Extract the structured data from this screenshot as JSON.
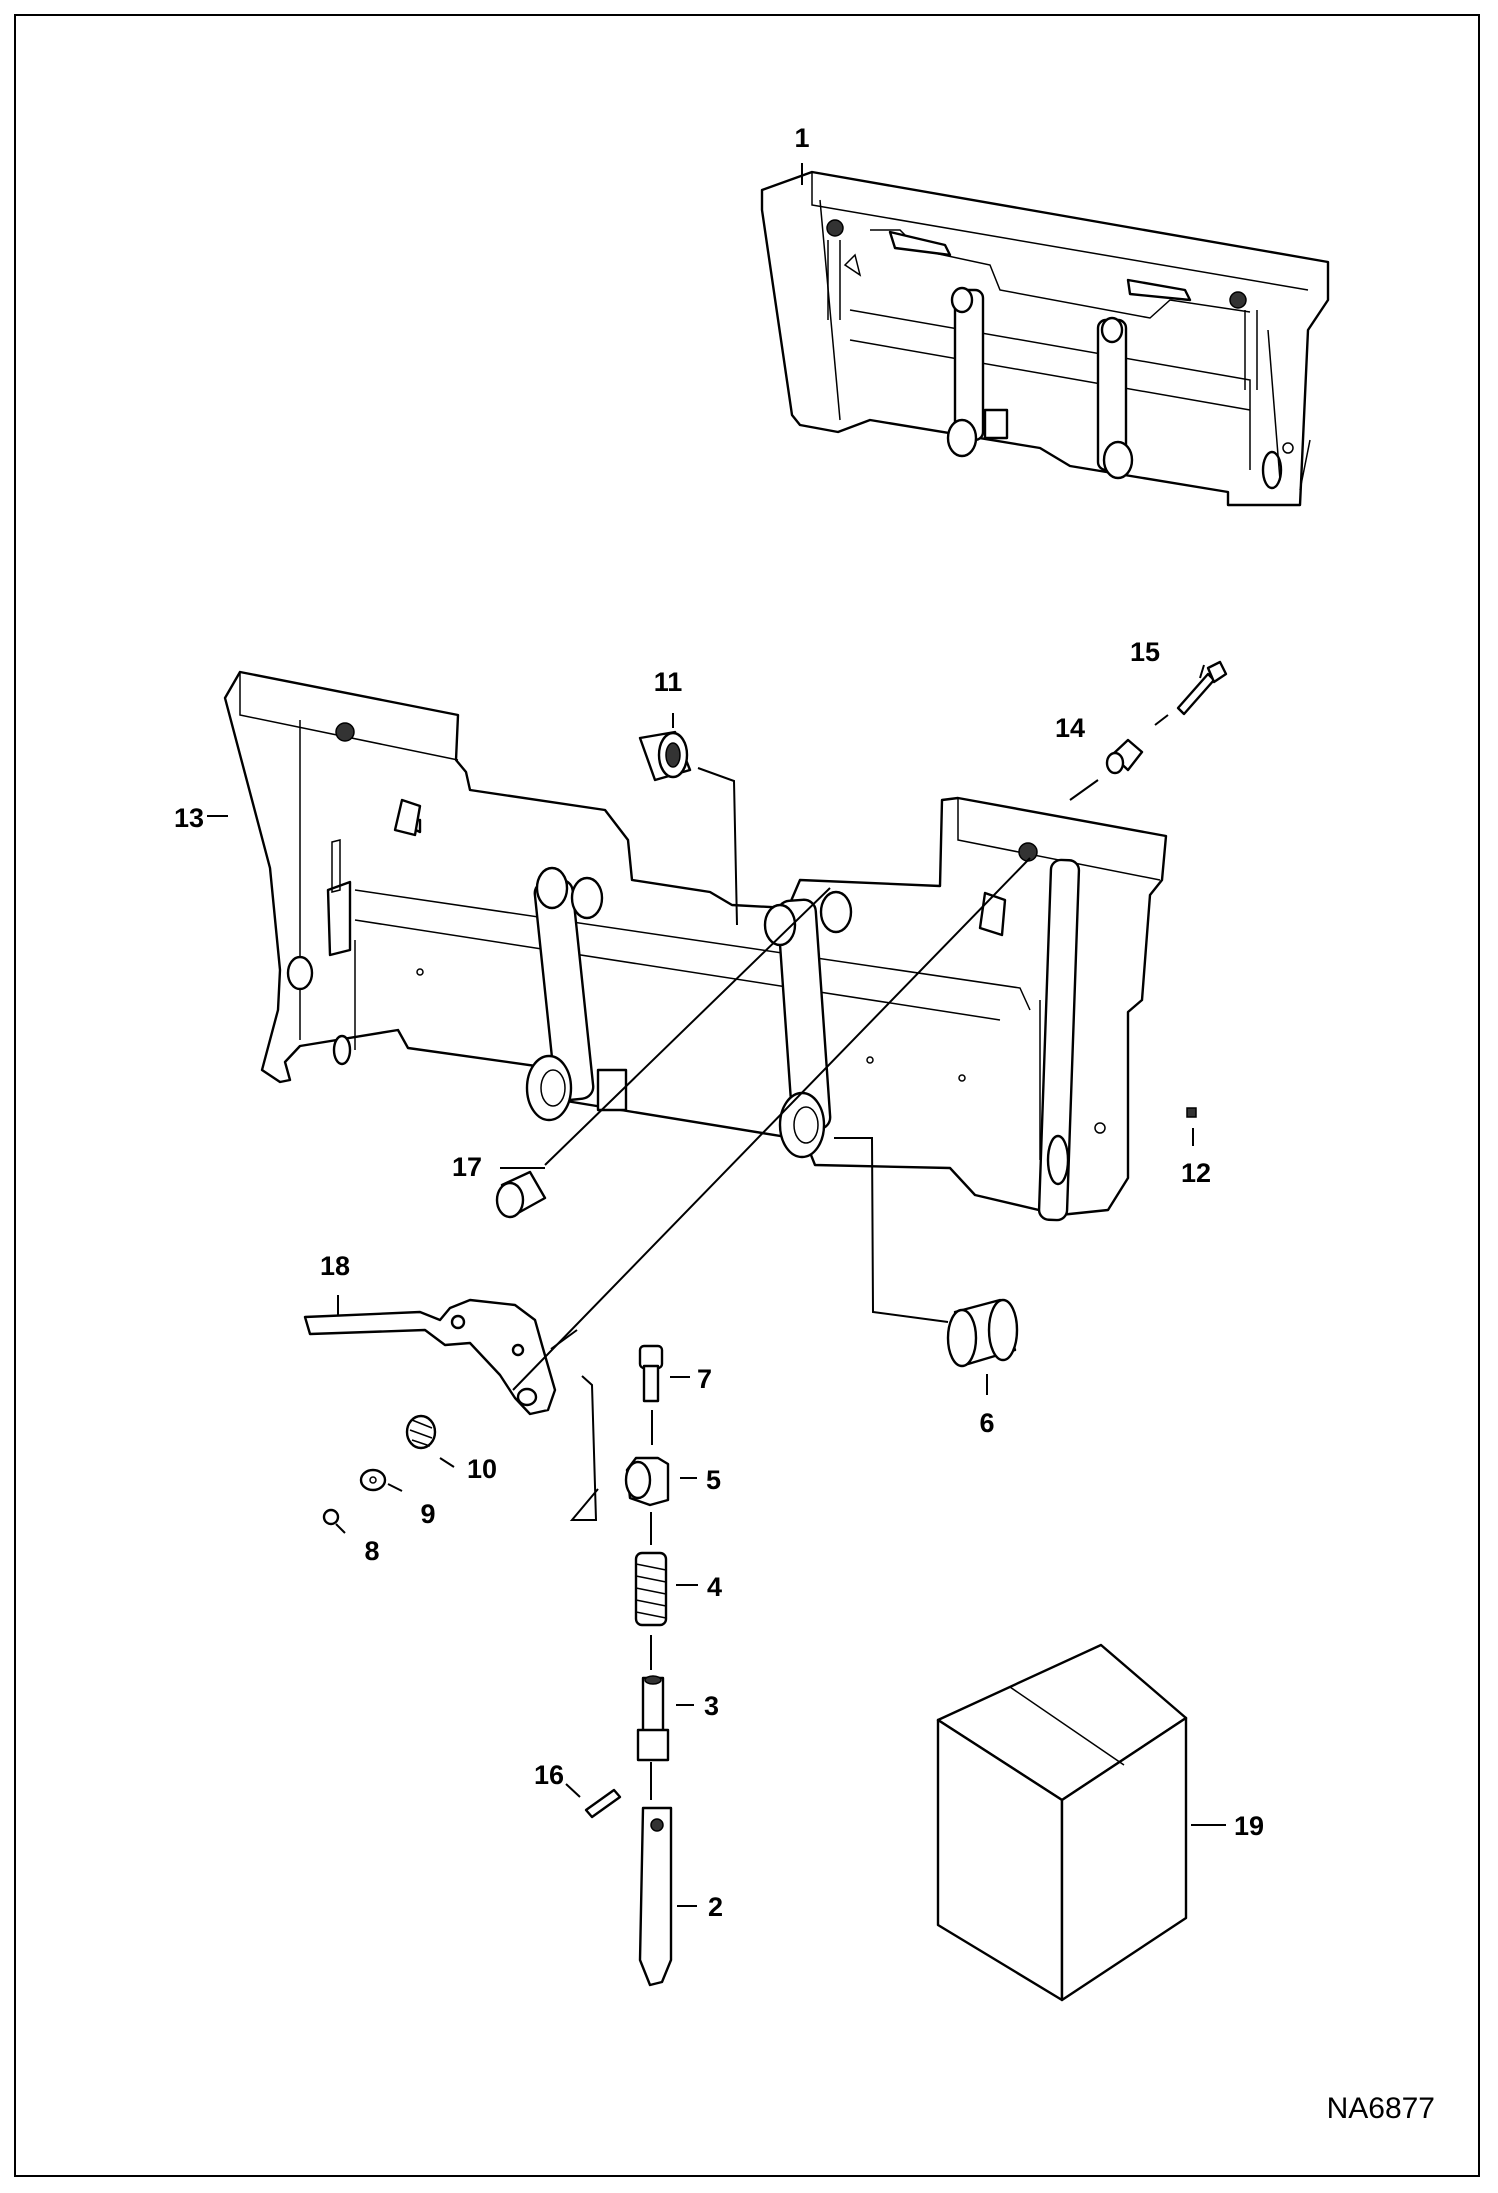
{
  "callouts": [
    {
      "id": "c1",
      "text": "1"
    },
    {
      "id": "c2",
      "text": "2"
    },
    {
      "id": "c3",
      "text": "3"
    },
    {
      "id": "c4",
      "text": "4"
    },
    {
      "id": "c5",
      "text": "5"
    },
    {
      "id": "c6",
      "text": "6"
    },
    {
      "id": "c7",
      "text": "7"
    },
    {
      "id": "c8",
      "text": "8"
    },
    {
      "id": "c9",
      "text": "9"
    },
    {
      "id": "c10",
      "text": "10"
    },
    {
      "id": "c11",
      "text": "11"
    },
    {
      "id": "c12",
      "text": "12"
    },
    {
      "id": "c13",
      "text": "13"
    },
    {
      "id": "c14",
      "text": "14"
    },
    {
      "id": "c15",
      "text": "15"
    },
    {
      "id": "c16",
      "text": "16"
    },
    {
      "id": "c17",
      "text": "17"
    },
    {
      "id": "c18",
      "text": "18"
    },
    {
      "id": "c19",
      "text": "19"
    }
  ],
  "drawing_code": "NA6877"
}
